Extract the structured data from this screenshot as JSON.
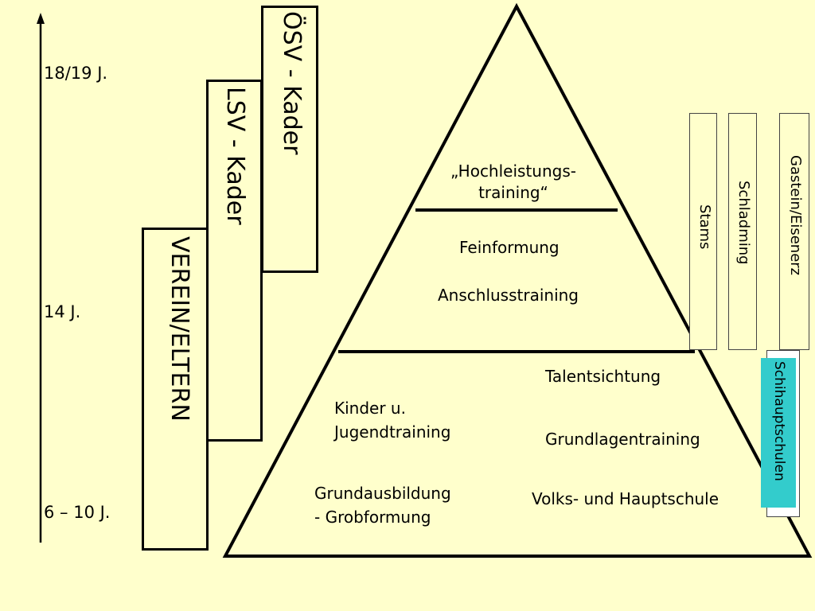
{
  "ages": {
    "top": "18/19 J.",
    "middle": "14 J.",
    "bottom": "6 – 10 J."
  },
  "organizations": {
    "oesv": "ÖSV - Kader",
    "lsv": "LSV - Kader",
    "verein": "VEREIN/ELTERN"
  },
  "pyramid": {
    "top_text": "„Hochleistungs-\ntraining“",
    "middle": {
      "line1": "Feinformung",
      "line2": "Anschlusstraining"
    },
    "bottom": {
      "left_top": "Kinder u.\nJugendtraining",
      "left_bottom": "Grundausbildung\n- Grobformung",
      "right_1": "Talentsichtung",
      "right_2": "Grundlagentraining",
      "right_3": "Volks- und Hauptschule"
    }
  },
  "schools": {
    "stams": "Stams",
    "schladming": "Schladming",
    "gastein": "Gastein/Eisenerz",
    "schihauptschulen": "Schihauptschulen"
  },
  "colors": {
    "background": "#ffffcc",
    "schihauptschulen_fill": "#33cccc"
  }
}
